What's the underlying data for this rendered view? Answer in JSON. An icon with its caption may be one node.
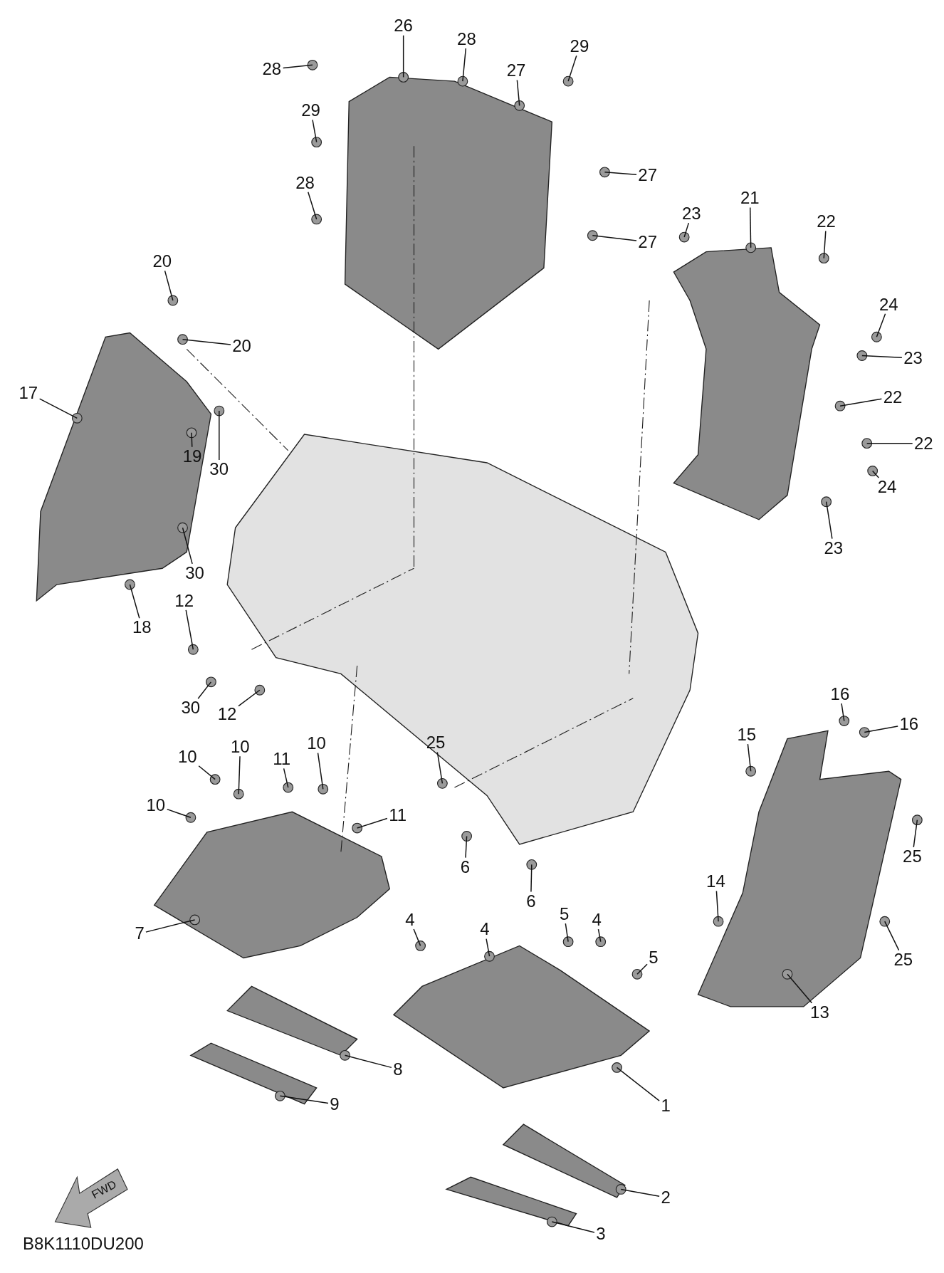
{
  "diagram": {
    "nodes": [
      {
        "text": [
          "26"
        ]
      },
      {
        "text": [
          "28"
        ]
      },
      {
        "text": [
          "28"
        ]
      },
      {
        "text": [
          "29"
        ]
      },
      {
        "text": [
          "27"
        ]
      },
      {
        "text": [
          "29"
        ]
      },
      {
        "text": [
          "27"
        ]
      },
      {
        "text": [
          "28"
        ]
      },
      {
        "text": [
          "27"
        ]
      },
      {
        "text": [
          "23"
        ]
      },
      {
        "text": [
          "21"
        ]
      },
      {
        "text": [
          "22"
        ]
      },
      {
        "text": [
          "20"
        ]
      },
      {
        "text": [
          "20"
        ]
      },
      {
        "text": [
          "24"
        ]
      },
      {
        "text": [
          "23"
        ]
      },
      {
        "text": [
          "17"
        ]
      },
      {
        "text": [
          "22"
        ]
      },
      {
        "text": [
          "22"
        ]
      },
      {
        "text": [
          "30"
        ]
      },
      {
        "text": [
          "19"
        ]
      },
      {
        "text": [
          "24"
        ]
      },
      {
        "text": [
          "30"
        ]
      },
      {
        "text": [
          "23"
        ]
      },
      {
        "text": [
          "18"
        ]
      },
      {
        "text": [
          "12"
        ]
      },
      {
        "text": [
          "30"
        ]
      },
      {
        "text": [
          "12"
        ]
      },
      {
        "text": [
          "16"
        ]
      },
      {
        "text": [
          "16"
        ]
      },
      {
        "text": [
          "15"
        ]
      },
      {
        "text": [
          "25"
        ]
      },
      {
        "text": [
          "10"
        ]
      },
      {
        "text": [
          "10"
        ]
      },
      {
        "text": [
          "11"
        ]
      },
      {
        "text": [
          "10"
        ]
      },
      {
        "text": [
          "10"
        ]
      },
      {
        "text": [
          "11"
        ]
      },
      {
        "text": [
          "6"
        ]
      },
      {
        "text": [
          "6"
        ]
      },
      {
        "text": [
          "25"
        ]
      },
      {
        "text": [
          "7"
        ]
      },
      {
        "text": [
          "14"
        ]
      },
      {
        "text": [
          "4"
        ]
      },
      {
        "text": [
          "4"
        ]
      },
      {
        "text": [
          "5"
        ]
      },
      {
        "text": [
          "4"
        ]
      },
      {
        "text": [
          "5"
        ]
      },
      {
        "text": [
          "25"
        ]
      },
      {
        "text": [
          "13"
        ]
      },
      {
        "text": [
          "8"
        ]
      },
      {
        "text": [
          "9"
        ]
      },
      {
        "text": [
          "1"
        ]
      },
      {
        "text": [
          "2"
        ]
      },
      {
        "text": [
          "3"
        ]
      }
    ],
    "edges": [
      {
        "from": 0,
        "to": null,
        "arrow": "none"
      },
      {
        "from": 1,
        "to": null,
        "arrow": "none"
      },
      {
        "from": 2,
        "to": null,
        "arrow": "none"
      },
      {
        "from": 3,
        "to": null,
        "arrow": "none"
      },
      {
        "from": 4,
        "to": null,
        "arrow": "none"
      },
      {
        "from": 5,
        "to": null,
        "arrow": "none"
      },
      {
        "from": 6,
        "to": null,
        "arrow": "none"
      },
      {
        "from": 7,
        "to": null,
        "arrow": "none"
      },
      {
        "from": 8,
        "to": null,
        "arrow": "none"
      },
      {
        "from": 9,
        "to": null,
        "arrow": "none"
      },
      {
        "from": 10,
        "to": null,
        "arrow": "none"
      },
      {
        "from": 11,
        "to": null,
        "arrow": "none"
      },
      {
        "from": 12,
        "to": null,
        "arrow": "none"
      },
      {
        "from": 13,
        "to": null,
        "arrow": "none"
      },
      {
        "from": 14,
        "to": null,
        "arrow": "none"
      },
      {
        "from": 15,
        "to": null,
        "arrow": "none"
      },
      {
        "from": 16,
        "to": null,
        "arrow": "none"
      },
      {
        "from": 17,
        "to": null,
        "arrow": "none"
      },
      {
        "from": 18,
        "to": null,
        "arrow": "none"
      },
      {
        "from": 19,
        "to": null,
        "arrow": "none"
      },
      {
        "from": 20,
        "to": null,
        "arrow": "none"
      },
      {
        "from": 21,
        "to": null,
        "arrow": "none"
      },
      {
        "from": 22,
        "to": null,
        "arrow": "none"
      },
      {
        "from": 23,
        "to": null,
        "arrow": "none"
      },
      {
        "from": 24,
        "to": null,
        "arrow": "none"
      },
      {
        "from": 25,
        "to": null,
        "arrow": "none"
      },
      {
        "from": 26,
        "to": null,
        "arrow": "none"
      },
      {
        "from": 27,
        "to": null,
        "arrow": "none"
      },
      {
        "from": 28,
        "to": null,
        "arrow": "none"
      },
      {
        "from": 29,
        "to": null,
        "arrow": "none"
      },
      {
        "from": 30,
        "to": null,
        "arrow": "none"
      },
      {
        "from": 31,
        "to": null,
        "arrow": "none"
      },
      {
        "from": 32,
        "to": null,
        "arrow": "none"
      },
      {
        "from": 33,
        "to": null,
        "arrow": "none"
      },
      {
        "from": 34,
        "to": null,
        "arrow": "none"
      },
      {
        "from": 35,
        "to": null,
        "arrow": "none"
      },
      {
        "from": 36,
        "to": null,
        "arrow": "none"
      },
      {
        "from": 37,
        "to": null,
        "arrow": "none"
      },
      {
        "from": 38,
        "to": null,
        "arrow": "none"
      },
      {
        "from": 39,
        "to": null,
        "arrow": "none"
      },
      {
        "from": 40,
        "to": null,
        "arrow": "none"
      },
      {
        "from": 41,
        "to": null,
        "arrow": "none"
      },
      {
        "from": 42,
        "to": null,
        "arrow": "none"
      },
      {
        "from": 43,
        "to": null,
        "arrow": "none"
      },
      {
        "from": 44,
        "to": null,
        "arrow": "none"
      },
      {
        "from": 45,
        "to": null,
        "arrow": "none"
      },
      {
        "from": 46,
        "to": null,
        "arrow": "none"
      },
      {
        "from": 47,
        "to": null,
        "arrow": "none"
      },
      {
        "from": 48,
        "to": null,
        "arrow": "none"
      },
      {
        "from": 49,
        "to": null,
        "arrow": "none"
      },
      {
        "from": 50,
        "to": null,
        "arrow": "none"
      },
      {
        "from": 51,
        "to": null,
        "arrow": "none"
      },
      {
        "from": 52,
        "to": null,
        "arrow": "none"
      },
      {
        "from": 53,
        "to": null,
        "arrow": "none"
      },
      {
        "from": 54,
        "to": null,
        "arrow": "none"
      }
    ],
    "labels": [
      "FWD",
      "B8K1110DU200"
    ]
  }
}
